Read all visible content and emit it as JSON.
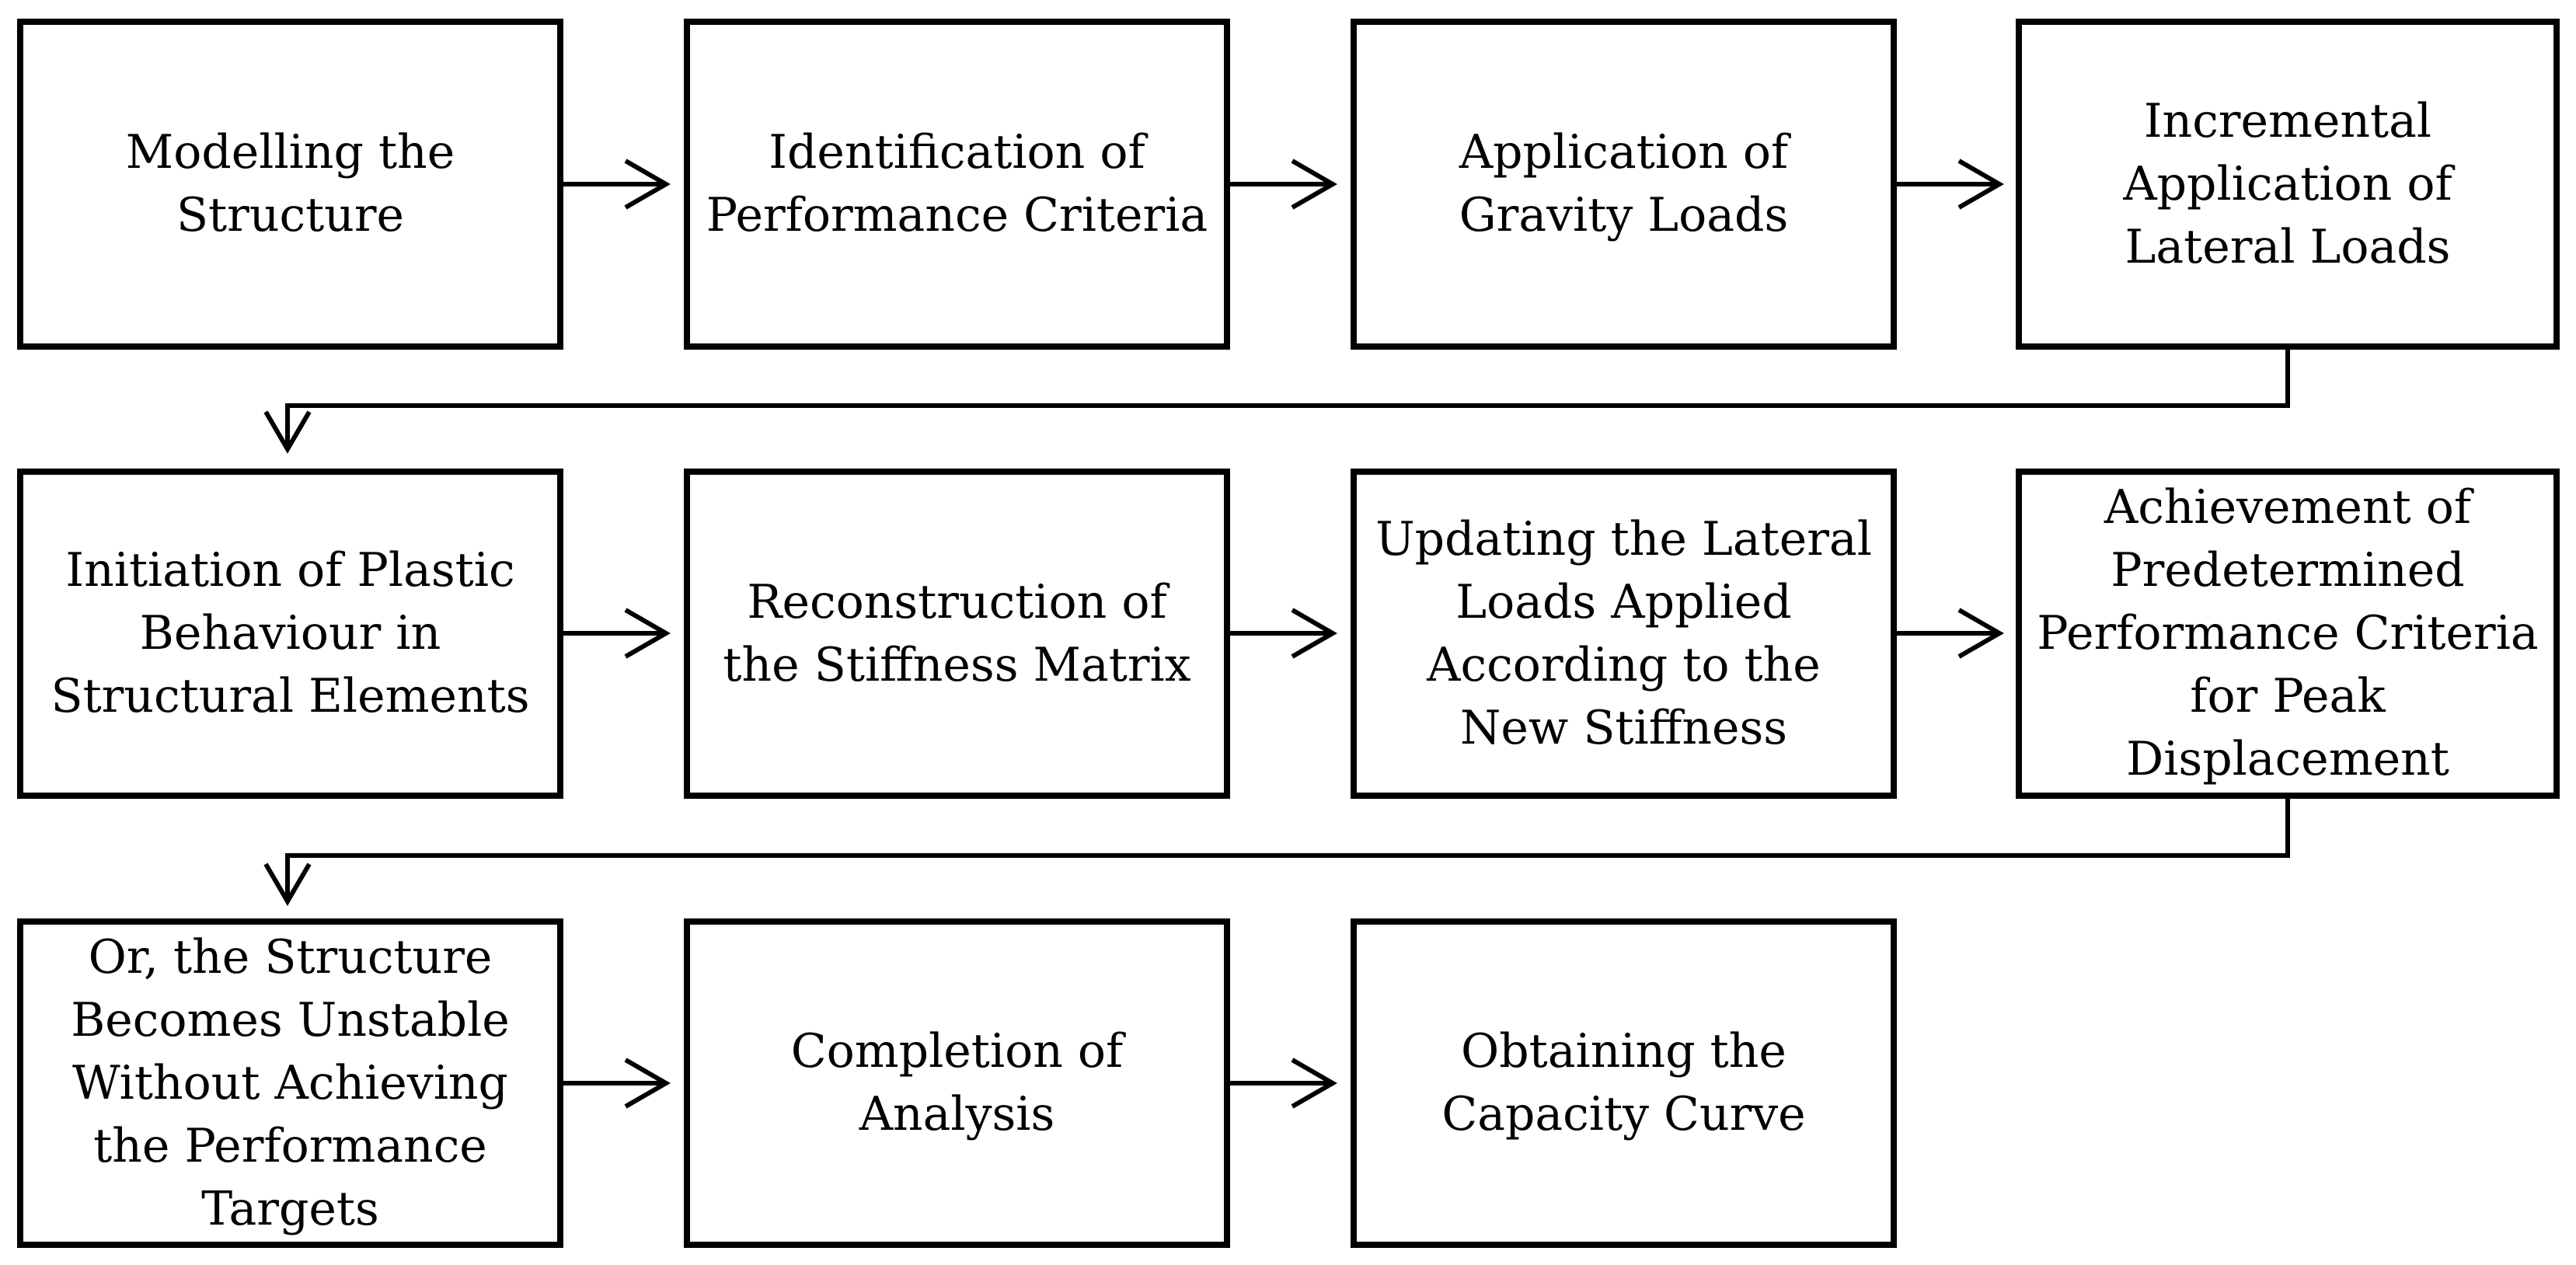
{
  "colors": {
    "stroke": "#000000",
    "background": "#ffffff",
    "text": "#000000"
  },
  "rows": [
    {
      "steps": [
        "Modelling the\nStructure",
        "Identification of\nPerformance Criteria",
        "Application of\nGravity Loads",
        "Incremental\nApplication of\nLateral Loads"
      ]
    },
    {
      "steps": [
        "Initiation of Plastic\nBehaviour in\nStructural Elements",
        "Reconstruction of\nthe Stiffness Matrix",
        "Updating the Lateral\nLoads Applied\nAccording to the\nNew Stiffness",
        "Achievement of\nPredetermined\nPerformance Criteria\nfor Peak\nDisplacement"
      ]
    },
    {
      "steps": [
        "Or, the Structure\nBecomes Unstable\nWithout Achieving\nthe Performance\nTargets",
        "Completion of\nAnalysis",
        "Obtaining the\nCapacity Curve"
      ]
    }
  ]
}
